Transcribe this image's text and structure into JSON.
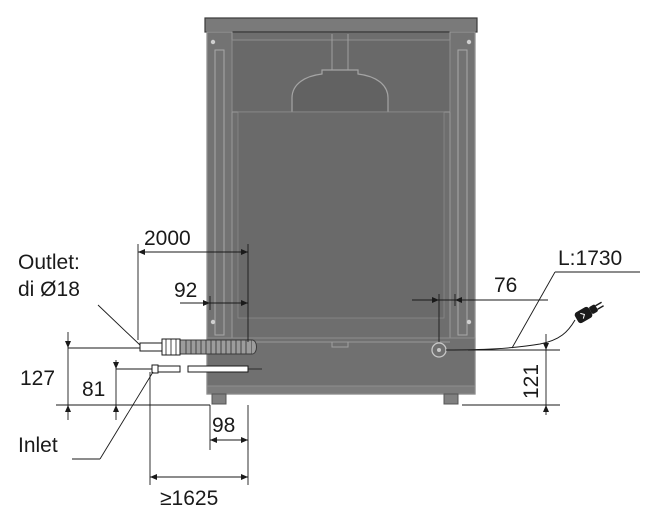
{
  "labels": {
    "outlet_line1": "Outlet:",
    "outlet_line2": "di Ø18",
    "inlet": "Inlet",
    "cable_length": "L:1730"
  },
  "dimensions": {
    "hose_length": "2000",
    "outlet_offset": "92",
    "cable_offset": "76",
    "outlet_height": "127",
    "inlet_height": "81",
    "cable_height": "121",
    "inlet_offset": "98",
    "min_inlet_length": "≥1625"
  },
  "colors": {
    "cabinet": "#6f6f6f",
    "cabinet_inner": "#676767",
    "cabinet_edge": "#9a9a9a",
    "line": "#1a1a1a"
  }
}
